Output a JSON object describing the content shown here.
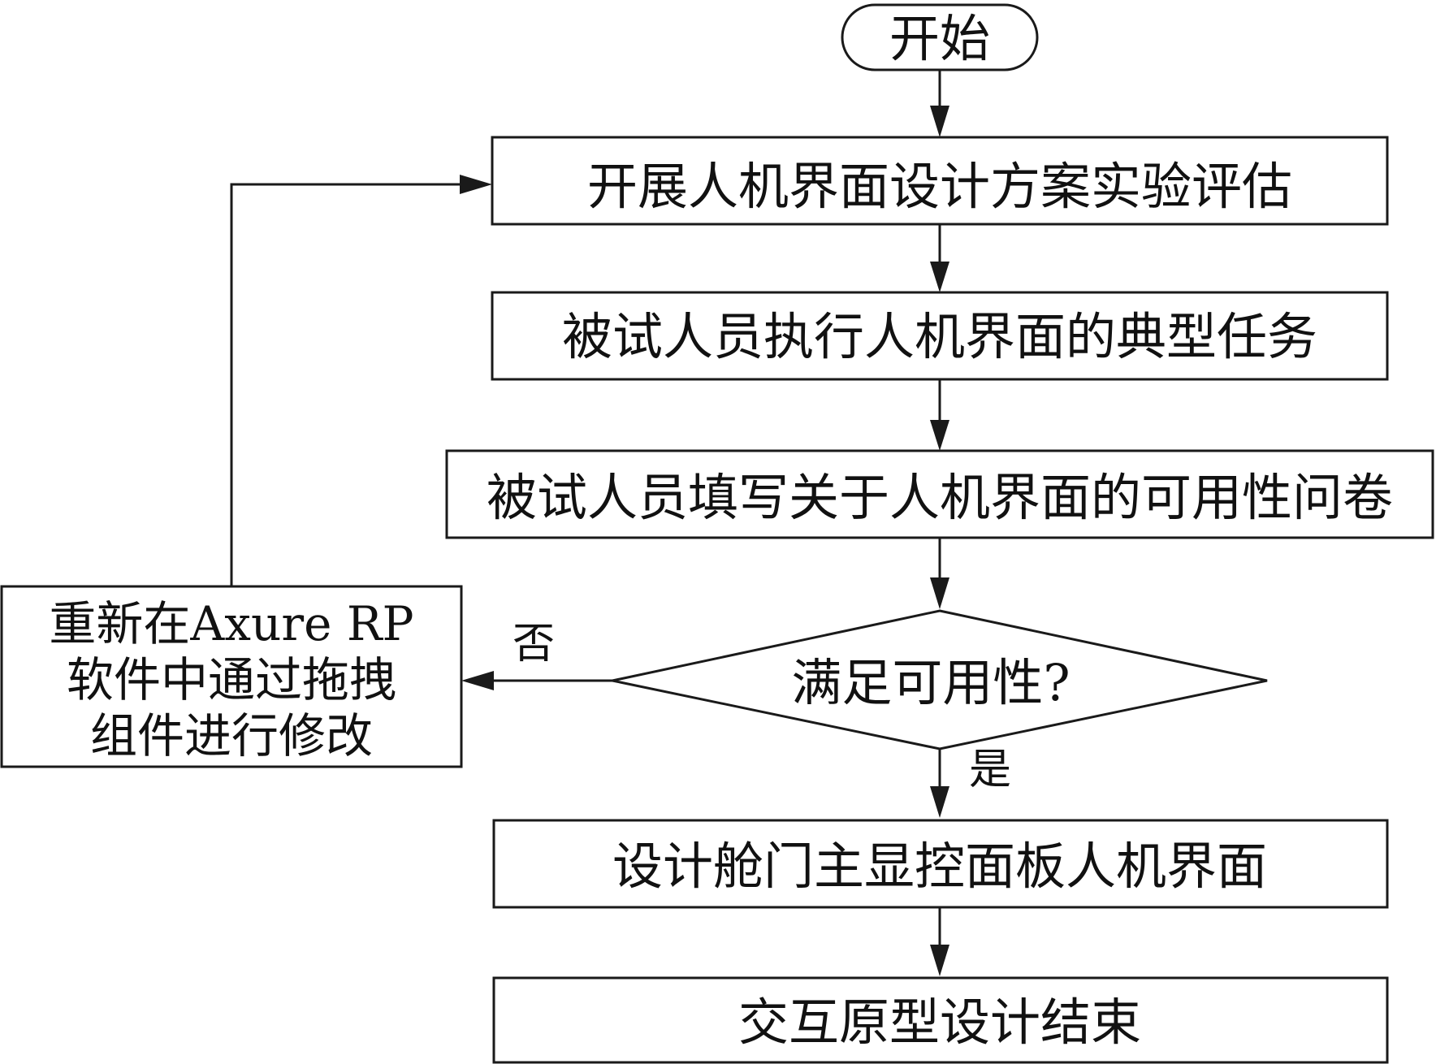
{
  "diagram": {
    "nodes": {
      "start": {
        "label": "开始"
      },
      "step1": {
        "label": "开展人机界面设计方案实验评估"
      },
      "step2": {
        "label": "被试人员执行人机界面的典型任务"
      },
      "step3": {
        "label": "被试人员填写关于人机界面的可用性问卷"
      },
      "decision": {
        "label": "满足可用性?"
      },
      "modify": {
        "lines": [
          "重新在Axure RP",
          "软件中通过拖拽",
          "组件进行修改"
        ]
      },
      "step4": {
        "label": "设计舱门主显控面板人机界面"
      },
      "end": {
        "label": "交互原型设计结束"
      }
    },
    "edges": {
      "no_label": "否",
      "yes_label": "是"
    },
    "colors": {
      "stroke": "#1a1a1a",
      "text": "#111111",
      "background": "#ffffff"
    }
  }
}
